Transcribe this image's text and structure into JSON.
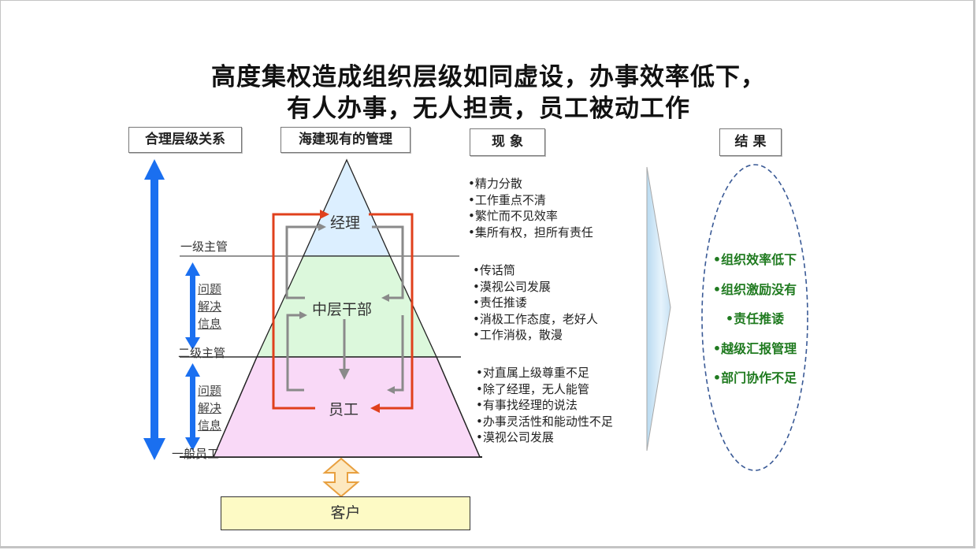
{
  "title": {
    "line1": "高度集权造成组织层级如同虚设，办事效率低下，",
    "line2": "有人办事，无人担责，员工被动工作"
  },
  "headers": {
    "reasonable_hierarchy": "合理层级关系",
    "current_management": "海建现有的管理",
    "phenomena": "现 象",
    "results": "结 果"
  },
  "levels": {
    "level1": "一级主管",
    "level2": "二级主管",
    "general": "一般员工"
  },
  "side_notes": {
    "upper": [
      "问题",
      "解决",
      "信息"
    ],
    "lower": [
      "问题",
      "解决",
      "信息"
    ]
  },
  "pyramid": {
    "top": "经理",
    "middle": "中层干部",
    "bottom": "员工",
    "customer": "客户",
    "colors": {
      "top": "#dcefff",
      "middle": "#dcf8dc",
      "bottom": "#f9d9f7",
      "customer": "#fdfac5",
      "red_arrow": "#e0401c",
      "gray_arrow": "#8a8a8a",
      "blue_arrow": "#1a6ff0"
    }
  },
  "phenomena": {
    "top": [
      "精力分散",
      "工作重点不清",
      "繁忙而不见效率",
      "集所有权，担所有责任"
    ],
    "middle": [
      "传话筒",
      "漠视公司发展",
      "责任推诿",
      "消极工作态度，老好人",
      "工作消极，散漫"
    ],
    "bottom": [
      "对直属上级尊重不足",
      "除了经理，无人能管",
      "有事找经理的说法",
      "办事灵活性和能动性不足",
      "漠视公司发展"
    ]
  },
  "results": {
    "items": [
      "•组织效率低下",
      "•组织激励没有",
      "•责任推诿",
      "•越级汇报管理",
      "•部门协作不足"
    ],
    "color": "#1f7a1f"
  }
}
